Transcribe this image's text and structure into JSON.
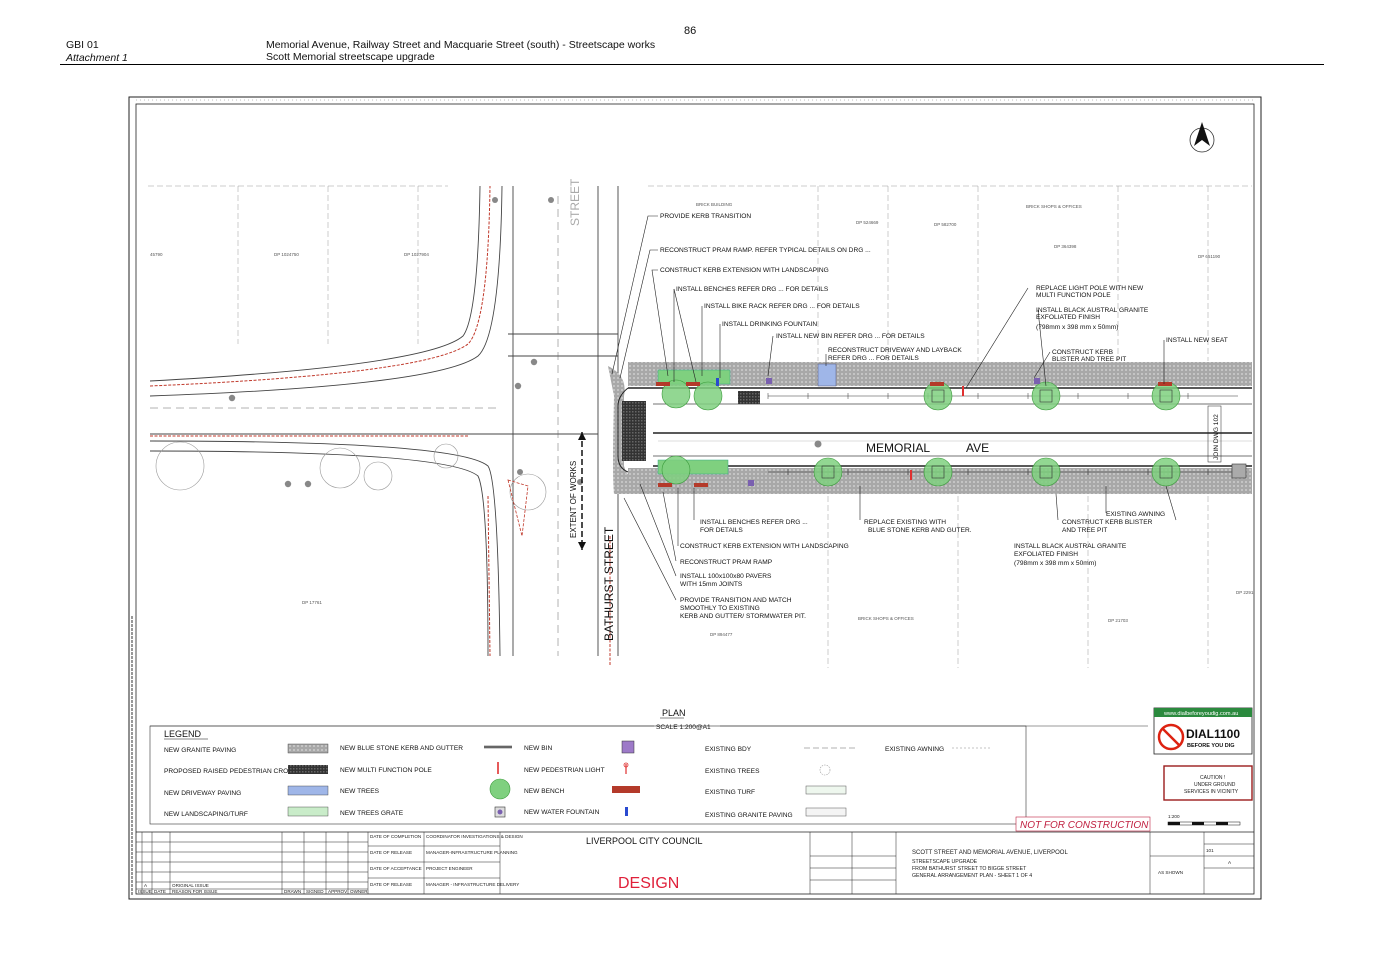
{
  "header": {
    "page_number": "86",
    "ref_code": "GBI 01",
    "attachment": "Attachment 1",
    "title_line1": "Memorial Avenue, Railway Street and Macquarie Street (south) - Streetscape works",
    "title_line2": "Scott Memorial streetscape upgrade"
  },
  "drawing": {
    "streets": {
      "memorial": "MEMORIAL",
      "ave": "AVE",
      "bathurst": "BATHURST STREET",
      "street_north": "STREET",
      "extent": "EXTENT OF WORKS",
      "join": "JOIN DWG 102"
    },
    "callouts_top": [
      "PROVIDE KERB TRANSITION",
      "RECONSTRUCT PRAM RAMP. REFER TYPICAL DETAILS ON DRG ...",
      "CONSTRUCT KERB EXTENSION WITH LANDSCAPING",
      "INSTALL BENCHES REFER DRG ... FOR DETAILS",
      "INSTALL BIKE RACK REFER DRG ... FOR DETAILS",
      "INSTALL DRINKING FOUNTAIN",
      "INSTALL NEW BIN REFER DRG ... FOR DETAILS",
      "RECONSTRUCT DRIVEWAY AND LAYBACK",
      "REFER DRG ... FOR DETAILS",
      "REPLACE LIGHT POLE WITH  NEW",
      "MULTI FUNCTION POLE",
      "INSTALL BLACK AUSTRAL GRANITE",
      "EXFOLIATED FINISH",
      "(798mm x 398 mm x 50mm)",
      "CONSTRUCT KERB",
      "BLISTER AND TREE PIT",
      "INSTALL NEW SEAT"
    ],
    "callouts_bottom": [
      "INSTALL BENCHES REFER DRG ...",
      "FOR DETAILS",
      "REPLACE EXISTING WITH",
      "BLUE STONE KERB AND GUTER.",
      "EXISTING AWNING",
      "CONSTRUCT KERB BLISTER",
      "AND TREE PIT",
      "CONSTRUCT KERB EXTENSION WITH LANDSCAPING",
      "INSTALL BLACK AUSTRAL GRANITE",
      "EXFOLIATED FINISH",
      "(798mm x 398 mm x 50mm)",
      "RECONSTRUCT PRAM RAMP",
      "INSTALL 100x100x80 PAVERS",
      "WITH 15mm JOINTS",
      "PROVIDE TRANSITION AND MATCH",
      "SMOOTHLY TO EXISTING",
      "KERB AND GUTTER/ STORMWATER PIT."
    ],
    "plan_title": "PLAN",
    "plan_scale": "SCALE 1:200@A1",
    "not_for_construction": "NOT FOR CONSTRUCTION",
    "dial": {
      "url": "www.dialbeforeyoudig.com.au",
      "number": "DIAL1100",
      "sub": "BEFORE YOU DIG"
    },
    "caution": [
      "CAUTION !",
      "UNDER GROUND",
      "SERVICES IN VICINITY"
    ]
  },
  "legend": {
    "title": "LEGEND",
    "items": [
      "NEW GRANITE PAVING",
      "PROPOSED RAISED PEDESTRIAN CROSSING",
      "NEW DRIVEWAY PAVING",
      "NEW LANDSCAPING/TURF",
      "NEW BLUE STONE KERB AND GUTTER",
      "NEW MULTI FUNCTION POLE",
      "NEW TREES",
      "NEW TREES GRATE",
      "NEW BIN",
      "NEW PEDESTRIAN LIGHT",
      "NEW BENCH",
      "NEW WATER FOUNTAIN",
      "EXISTING BDY",
      "EXISTING TREES",
      "EXISTING TURF",
      "EXISTING GRANITE PAVING",
      "EXISTING AWNING"
    ]
  },
  "title_block": {
    "council": "LIVERPOOL CITY COUNCIL",
    "status": "DESIGN",
    "project_title": "SCOTT STREET AND MEMORIAL AVENUE, LIVERPOOL",
    "subtitle_lines": [
      "STREETSCAPE UPGRADE",
      "FROM BATHURST STREET TO BIGGE STREET",
      "GENERAL ARRANGEMENT PLAN - SHEET 1 OF 4"
    ],
    "drawing_no": "101",
    "issue": "A",
    "scale": "AS SHOWN",
    "scale_bar": "1:200",
    "rows": [
      "DATE OF COMPLETION",
      "DATE OF RELEASE",
      "DATE OF ACCEPTANCE",
      "DATE OF RELEASE"
    ],
    "roles": [
      "COORDINATOR INVESTIGATIONS & DESIGN",
      "MANAGER-INFRASTRUCTURE PLANNING",
      "PROJECT ENGINEER",
      "MANAGER - INFRASTRUCTURE DELIVERY"
    ],
    "issue_row": [
      "A",
      "ORIGINAL ISSUE"
    ],
    "issue_head": [
      "ISSUE",
      "DATE",
      "REASON FOR ISSUE",
      "DRAWN",
      "SIGNED",
      "APPROV",
      "OWNER"
    ]
  },
  "colors": {
    "paving": "#9a9a9a",
    "landscape": "#7fd07f",
    "driveway": "#9fb6e8",
    "bench": "#b43a2a",
    "design_red": "#e0203a"
  }
}
